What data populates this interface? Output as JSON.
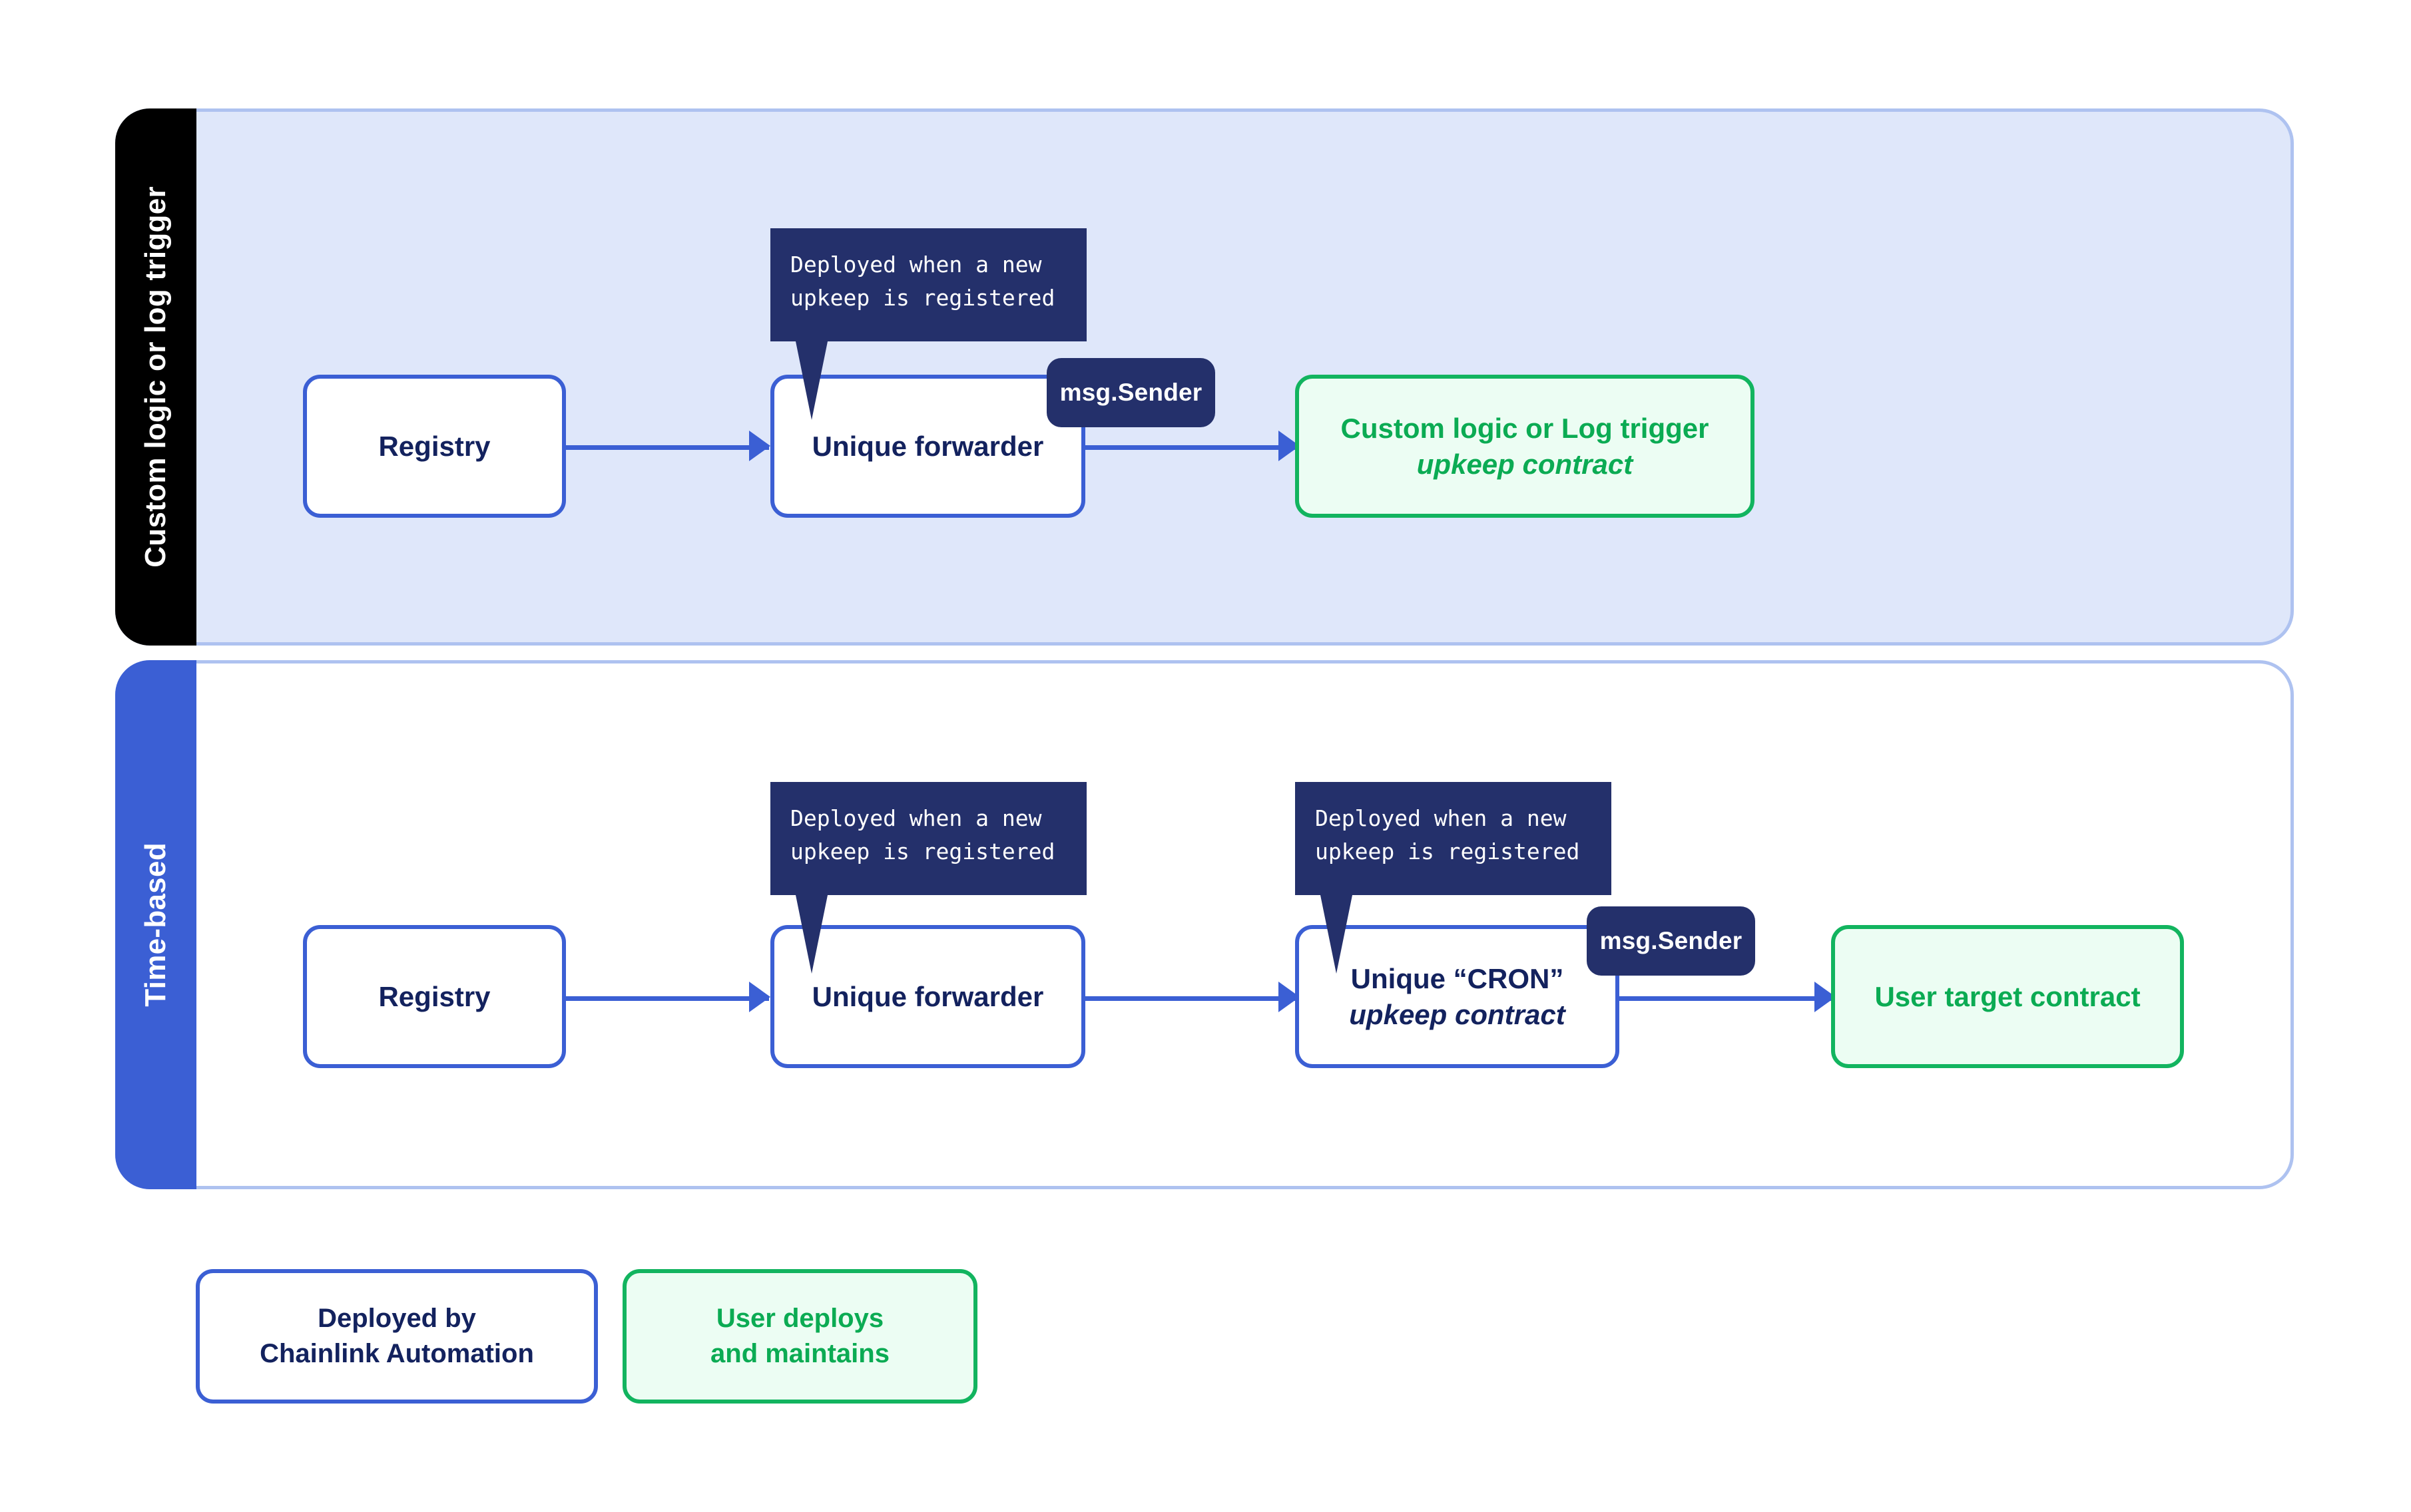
{
  "panels": [
    {
      "id": "custom",
      "tab_label": "Custom logic or log trigger",
      "tab_color": "#000000",
      "surface_color": "#dfe7fa",
      "border_color": "#aec2f0"
    },
    {
      "id": "time",
      "tab_label": "Time-based",
      "tab_color": "#3b5fd4",
      "surface_color": "#ffffff",
      "border_color": "#aec2f0"
    }
  ],
  "row1": {
    "registry": {
      "line1": "Registry"
    },
    "forwarder": {
      "line1": "Unique forwarder"
    },
    "target": {
      "line1": "Custom logic or Log trigger",
      "line2": "upkeep contract"
    },
    "callout": {
      "line1": "Deployed when a new",
      "line2": "upkeep is registered"
    },
    "badge": {
      "label": "msg.Sender"
    }
  },
  "row2": {
    "registry": {
      "line1": "Registry"
    },
    "forwarder": {
      "line1": "Unique forwarder"
    },
    "cron": {
      "line1": "Unique “CRON”",
      "line2": "upkeep contract"
    },
    "target": {
      "line1": "User target contract"
    },
    "callout_a": {
      "line1": "Deployed when a new",
      "line2": "upkeep is registered"
    },
    "callout_b": {
      "line1": "Deployed when a new",
      "line2": "upkeep is registered"
    },
    "badge": {
      "label": "msg.Sender"
    }
  },
  "legend": {
    "deployed_by": {
      "line1": "Deployed by",
      "line2": "Chainlink Automation"
    },
    "user_deploys": {
      "line1": "User deploys",
      "line2": "and maintains"
    }
  },
  "colors": {
    "blue_accent": "#3b5fd4",
    "navy_text": "#13225e",
    "navy_badge": "#24306b",
    "green_accent": "#12b45f",
    "green_text": "#0bab53",
    "green_fill": "#ecfdf3",
    "panel_fill": "#dfe7fa",
    "panel_border": "#aec2f0"
  }
}
